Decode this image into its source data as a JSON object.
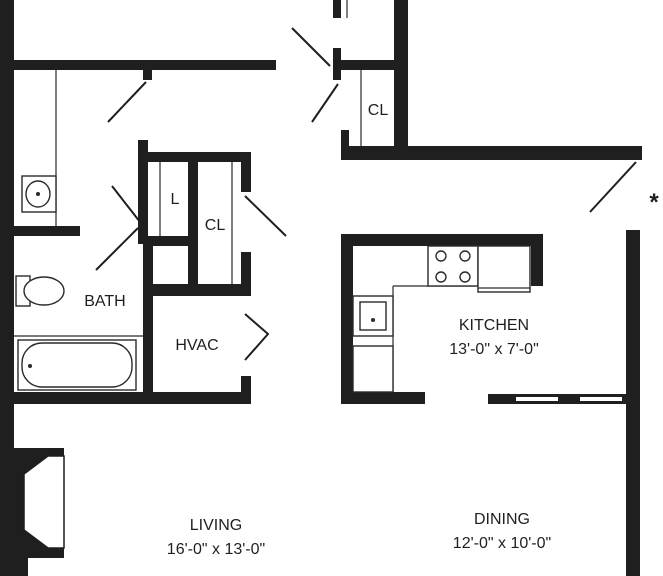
{
  "rooms": {
    "bath": "BATH",
    "closet_l": "L",
    "closet_cl_left": "CL",
    "closet_cl_top": "CL",
    "hvac": "HVAC",
    "kitchen": {
      "name": "KITCHEN",
      "dims": "13'-0\" x 7'-0\""
    },
    "living": {
      "name": "LIVING",
      "dims": "16'-0\" x 13'-0\""
    },
    "dining": {
      "name": "DINING",
      "dims": "12'-0\" x 10'-0\""
    }
  },
  "marker": "*"
}
